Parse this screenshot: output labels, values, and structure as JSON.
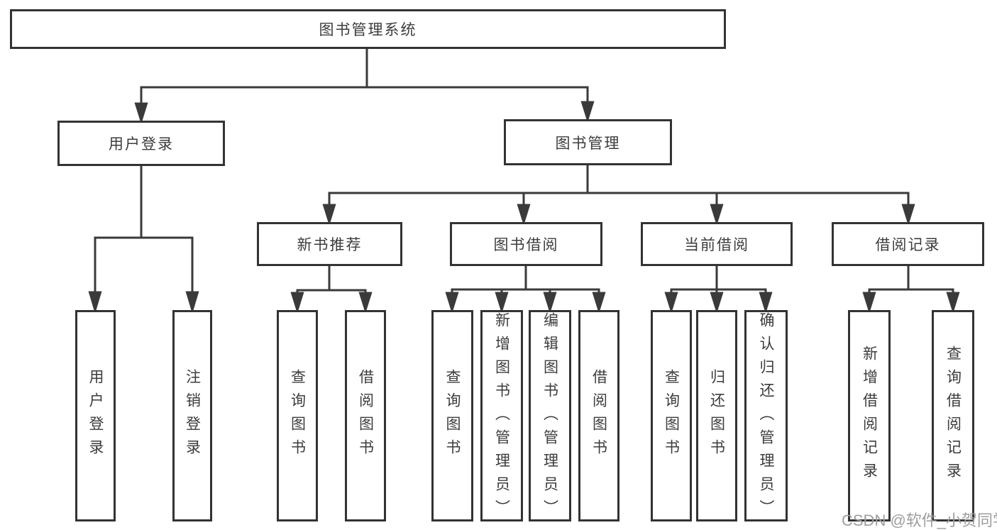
{
  "diagram_type": "hierarchy-tree",
  "tree": {
    "label": "图书管理系统",
    "children": [
      {
        "label": "用户登录",
        "children": [
          {
            "label": "用户登录"
          },
          {
            "label": "注销登录"
          }
        ]
      },
      {
        "label": "图书管理",
        "children": [
          {
            "label": "新书推荐",
            "children": [
              {
                "label": "查询图书"
              },
              {
                "label": "借阅图书"
              }
            ]
          },
          {
            "label": "图书借阅",
            "children": [
              {
                "label": "查询图书"
              },
              {
                "label": "新增图书（管理员）"
              },
              {
                "label": "编辑图书（管理员）"
              },
              {
                "label": "借阅图书"
              }
            ]
          },
          {
            "label": "当前借阅",
            "children": [
              {
                "label": "查询图书"
              },
              {
                "label": "归还图书"
              },
              {
                "label": "确认归还（管理员）"
              }
            ]
          },
          {
            "label": "借阅记录",
            "children": [
              {
                "label": "新增借阅记录"
              },
              {
                "label": "查询借阅记录"
              }
            ]
          }
        ]
      }
    ]
  },
  "watermark": {
    "text": "CSDN @软件_小贺同学"
  },
  "colors": {
    "background": "#ffffff",
    "box_border": "#333333",
    "connector_line": "#3a3a3a",
    "text": "#3c3c3c",
    "watermark": "#9e9e9e"
  }
}
